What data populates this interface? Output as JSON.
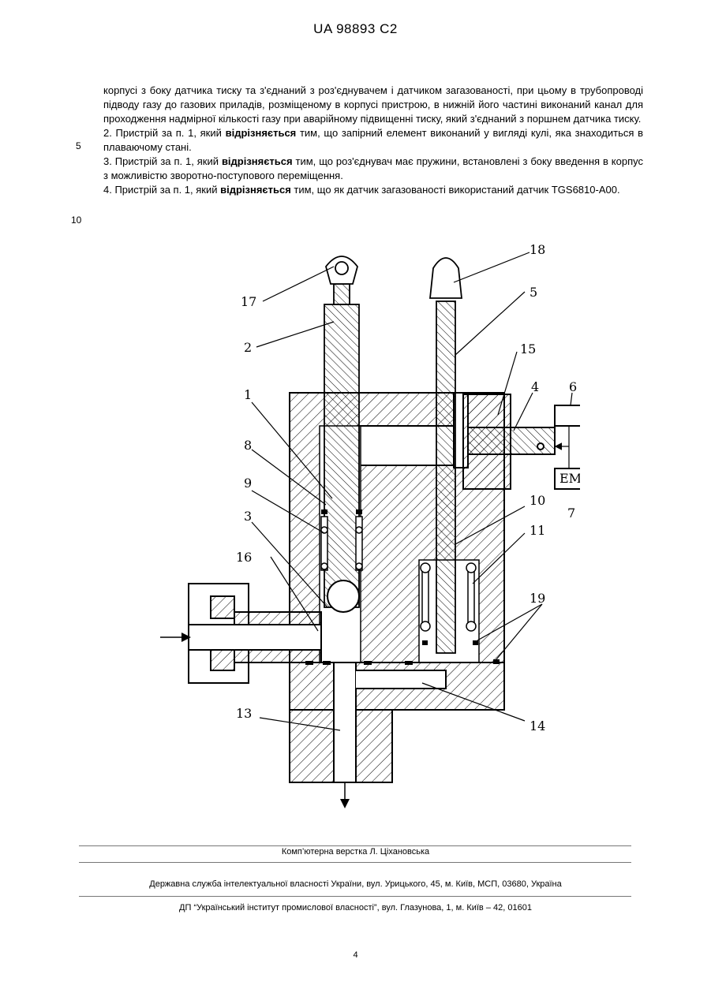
{
  "header": {
    "doc_id": "UA   98893   C2"
  },
  "claims": {
    "p1": "корпусі з боку датчика тиску та з'єднаний з роз'єднувачем і датчиком загазованості, при цьому в трубопроводі підводу газу до газових приладів, розміщеному в корпусі пристрою, в нижній його частині виконаний канал для проходження надмірної кількості газу при аварійному підвищенні тиску, який з'єднаний з поршнем датчика тиску.",
    "p2_pre": "2. Пристрій за п. 1, який ",
    "p2_bold": "відрізняється",
    "p2_post": " тим, що запірний елемент виконаний у вигляді кулі, яка знаходиться в плаваючому стані.",
    "p3_pre": "3. Пристрій за п. 1, який ",
    "p3_bold": "відрізняється",
    "p3_post": " тим, що роз'єднувач має пружини, встановлені з боку введення в корпус з можливістю зворотно-поступового переміщення.",
    "p4_pre": "4. Пристрій за п. 1, який ",
    "p4_bold": "відрізняється",
    "p4_post": " тим, що як датчик загазованості використаний датчик TGS6810-A00."
  },
  "line_numbers": [
    "5",
    "10"
  ],
  "figure": {
    "labels": {
      "l1": "1",
      "l2": "2",
      "l3": "3",
      "l4": "4",
      "l5": "5",
      "l6": "6",
      "l7": "7",
      "l8": "8",
      "l9": "9",
      "l10": "10",
      "l11": "11",
      "l13": "13",
      "l14": "14",
      "l15": "15",
      "l16": "16",
      "l17": "17",
      "l18": "18",
      "l19": "19"
    },
    "em_box": "EM"
  },
  "footer": {
    "layout_by": "Комп’ютерна верстка Л. Ціхановська",
    "office": "Державна служба інтелектуальної власності України, вул. Урицького, 45, м. Київ, МСП, 03680, Україна",
    "institute": "ДП “Український інститут промислової власності”, вул. Глазунова, 1, м. Київ – 42, 01601"
  },
  "page_number": "4"
}
